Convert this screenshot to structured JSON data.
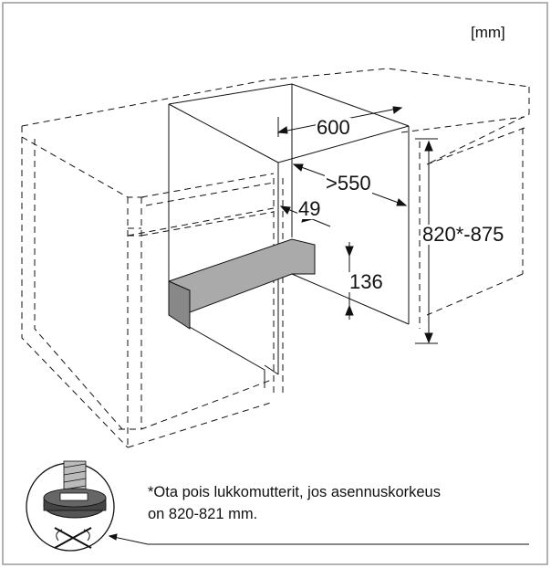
{
  "units": "[mm]",
  "dimensions": {
    "width": "600",
    "depth": ">550",
    "offset": "49",
    "plinth_height": "136",
    "height": "820*-875"
  },
  "note": {
    "line1": "*Ota pois lukkomutterit, jos asennuskorkeus",
    "line2": "on 820-821 mm."
  },
  "icons": [
    "adjustable-foot-icon",
    "no-turn-cross-icon"
  ],
  "colors": {
    "line": "#111111",
    "plinth": "#aaaaaa",
    "plinth_dark": "#888888"
  }
}
